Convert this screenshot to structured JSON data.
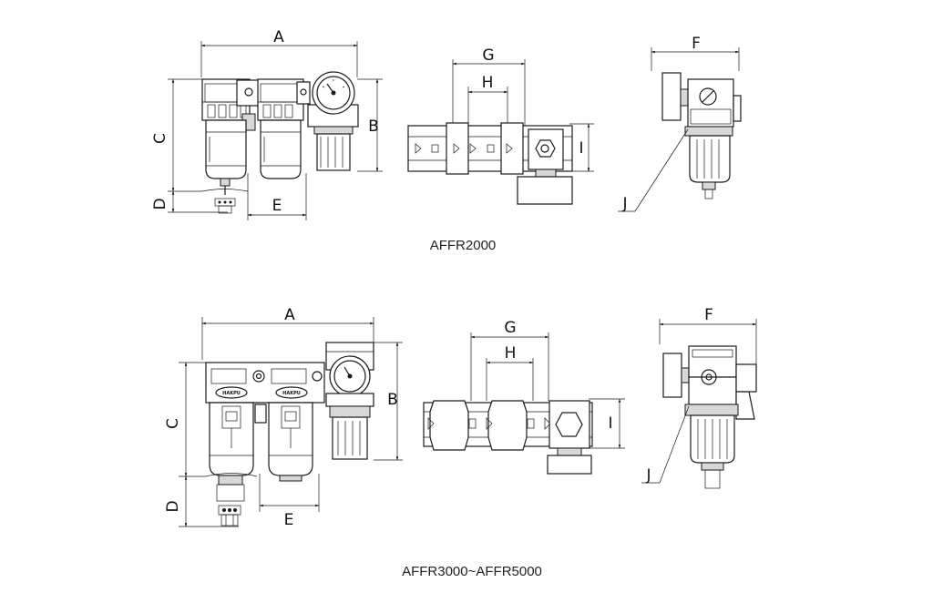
{
  "top": {
    "caption": "AFFR2000",
    "front": {
      "dim_a": "A",
      "dim_b": "B",
      "dim_c": "C",
      "dim_d": "D",
      "dim_e": "E"
    },
    "topview": {
      "dim_g": "G",
      "dim_h": "H",
      "dim_i": "I"
    },
    "side": {
      "dim_f": "F",
      "dim_j": "J"
    }
  },
  "bottom": {
    "caption": "AFFR3000~AFFR5000",
    "front": {
      "dim_a": "A",
      "dim_b": "B",
      "dim_c": "C",
      "dim_d": "D",
      "dim_e": "E",
      "brand_1": "HAKPU",
      "brand_2": "HAKPU"
    },
    "topview": {
      "dim_g": "G",
      "dim_h": "H",
      "dim_i": "I"
    },
    "side": {
      "dim_f": "F",
      "dim_j": "J"
    }
  }
}
